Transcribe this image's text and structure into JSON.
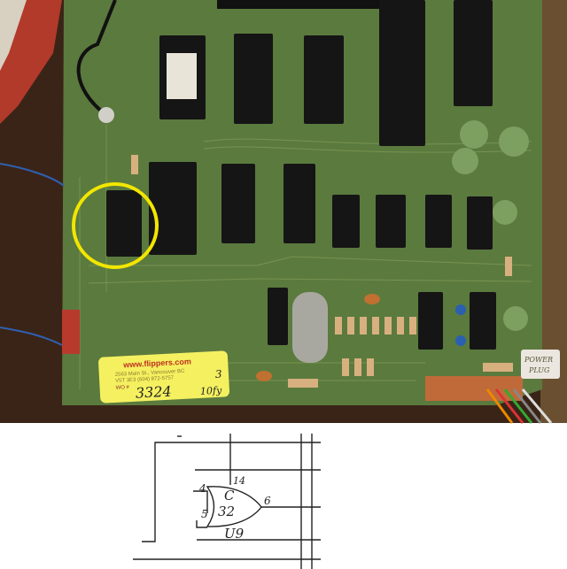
{
  "photo": {
    "sticker": {
      "url": "www.flippers.com",
      "address": "2563 Main St., Vancouver BC",
      "postal_phone": "V5T 3E3    (604) 872-5757",
      "wo_label": "WO #",
      "wo_number": "3324",
      "note": "10fy",
      "side_number": "3"
    },
    "power_label": {
      "line1": "POWER",
      "line2": "PLUG"
    },
    "highlight_color": "#f2e600"
  },
  "schematic": {
    "gate_name": "C",
    "gate_number": "32",
    "gate_ref": "U9",
    "pin_in_a": "4",
    "pin_in_b": "5",
    "pin_vcc": "14",
    "pin_out": "6"
  }
}
